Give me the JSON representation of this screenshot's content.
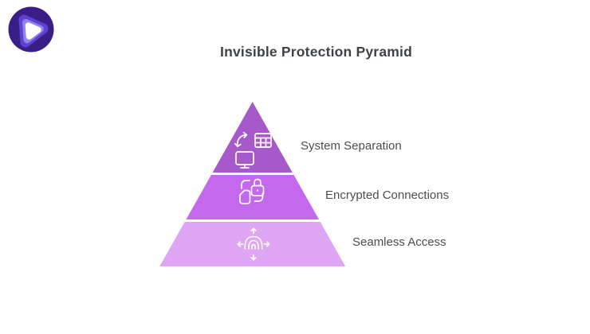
{
  "page": {
    "title": "Invisible Protection Pyramid",
    "title_color": "#3f4347",
    "background": "#ffffff"
  },
  "logo": {
    "name": "purevpn-brand-logo",
    "colors": {
      "outer": "#3a1d86",
      "ring": "#5d42d1",
      "inner_ring": "#9182ec",
      "core": "#ffffff"
    }
  },
  "pyramid": {
    "icon_color": "#ffffff",
    "label_color": "#4d4d4d",
    "tiers": [
      {
        "label": "System Separation",
        "color": "#a65ac9",
        "icon": "system-separation-icon"
      },
      {
        "label": "Encrypted Connections",
        "color": "#c468ee",
        "icon": "encrypted-connections-icon"
      },
      {
        "label": "Seamless Access",
        "color": "#dfa7f3",
        "icon": "seamless-access-icon"
      }
    ]
  }
}
